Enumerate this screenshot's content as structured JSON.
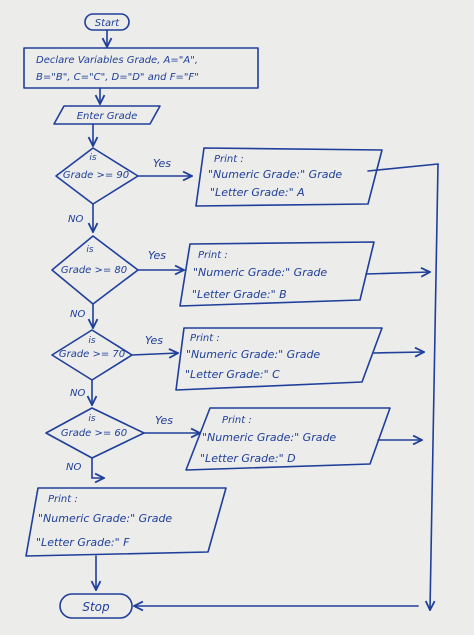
{
  "flowchart": {
    "start": "Start",
    "declare_line1": "Declare Variables Grade, A=\"A\",",
    "declare_line2": "B=\"B\", C=\"C\", D=\"D\" and F=\"F\"",
    "input": "Enter Grade",
    "decisions": [
      {
        "is": "is",
        "cond": "Grade >= 90"
      },
      {
        "is": "is",
        "cond": "Grade >= 80"
      },
      {
        "is": "is",
        "cond": "Grade >= 70"
      },
      {
        "is": "is",
        "cond": "Grade >= 60"
      }
    ],
    "yes_label": "Yes",
    "no_label": "NO",
    "prints": [
      {
        "title": "Print :",
        "line1": "\"Numeric Grade:\" Grade",
        "line2": "\"Letter Grade:\" A"
      },
      {
        "title": "Print :",
        "line1": "\"Numeric Grade:\" Grade",
        "line2": "\"Letter Grade:\" B"
      },
      {
        "title": "Print :",
        "line1": "\"Numeric Grade:\" Grade",
        "line2": "\"Letter Grade:\" C"
      },
      {
        "title": "Print :",
        "line1": "\"Numeric Grade:\" Grade",
        "line2": "\"Letter Grade:\" D"
      },
      {
        "title": "Print :",
        "line1": "\"Numeric Grade:\" Grade",
        "line2": "\"Letter Grade:\" F"
      }
    ],
    "stop": "Stop"
  },
  "colors": {
    "paper": "#ececea",
    "ink": "#1f3f9a"
  }
}
